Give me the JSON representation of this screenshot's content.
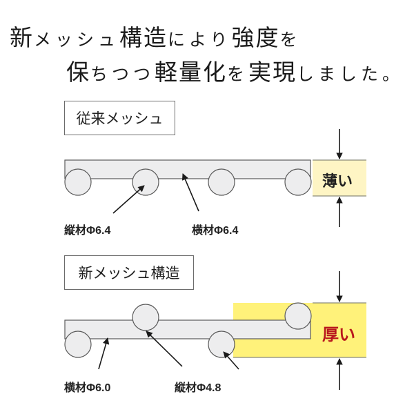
{
  "headline": {
    "line1": [
      {
        "text": "新",
        "size": "lg"
      },
      {
        "text": "メッシュ",
        "size": "sm"
      },
      {
        "text": "構造",
        "size": "lg"
      },
      {
        "text": "により",
        "size": "sm"
      },
      {
        "text": "強度",
        "size": "lg"
      },
      {
        "text": "を",
        "size": "sm"
      }
    ],
    "line2": [
      {
        "text": "保",
        "size": "lg"
      },
      {
        "text": "ちつつ",
        "size": "sm"
      },
      {
        "text": "軽量化",
        "size": "lg"
      },
      {
        "text": "を",
        "size": "sm"
      },
      {
        "text": "実現",
        "size": "lg"
      },
      {
        "text": "しました。",
        "size": "sm"
      }
    ]
  },
  "conventional": {
    "title": "従来メッシュ",
    "thickness_label": "薄い",
    "labels": {
      "vertical": "縦材Φ6.4",
      "horizontal": "横材Φ6.4"
    }
  },
  "new_structure": {
    "title": "新メッシュ構造",
    "thickness_label": "厚い",
    "labels": {
      "horizontal": "横材Φ6.0",
      "vertical": "縦材Φ4.8"
    }
  },
  "colors": {
    "bar_fill": "#ededee",
    "stroke": "#5a5a5a",
    "thin_fill": "#fef5c4",
    "thick_fill": "#fff27a",
    "thick_text": "#b8171d",
    "arrow": "#1a1a1a"
  }
}
